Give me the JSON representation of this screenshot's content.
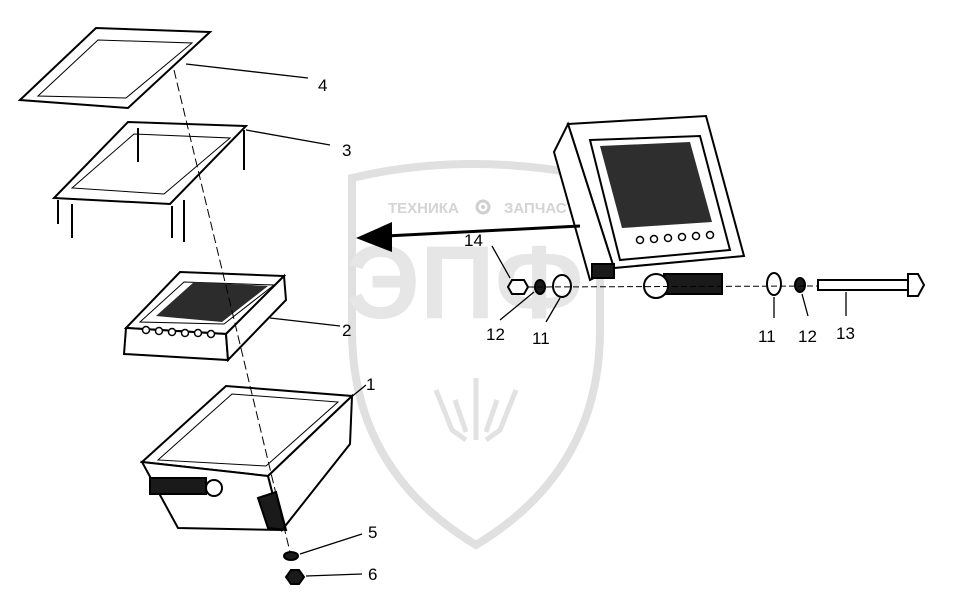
{
  "watermark": {
    "left_word": "ТЕХНИКА",
    "right_word": "ЗАПЧАСТИ",
    "letters": "ЭПФ"
  },
  "callouts": {
    "c1": "1",
    "c2": "2",
    "c3": "3",
    "c4": "4",
    "c5": "5",
    "c6": "6",
    "c11a": "11",
    "c11b": "11",
    "c12a": "12",
    "c12b": "12",
    "c13": "13",
    "c14": "14"
  }
}
